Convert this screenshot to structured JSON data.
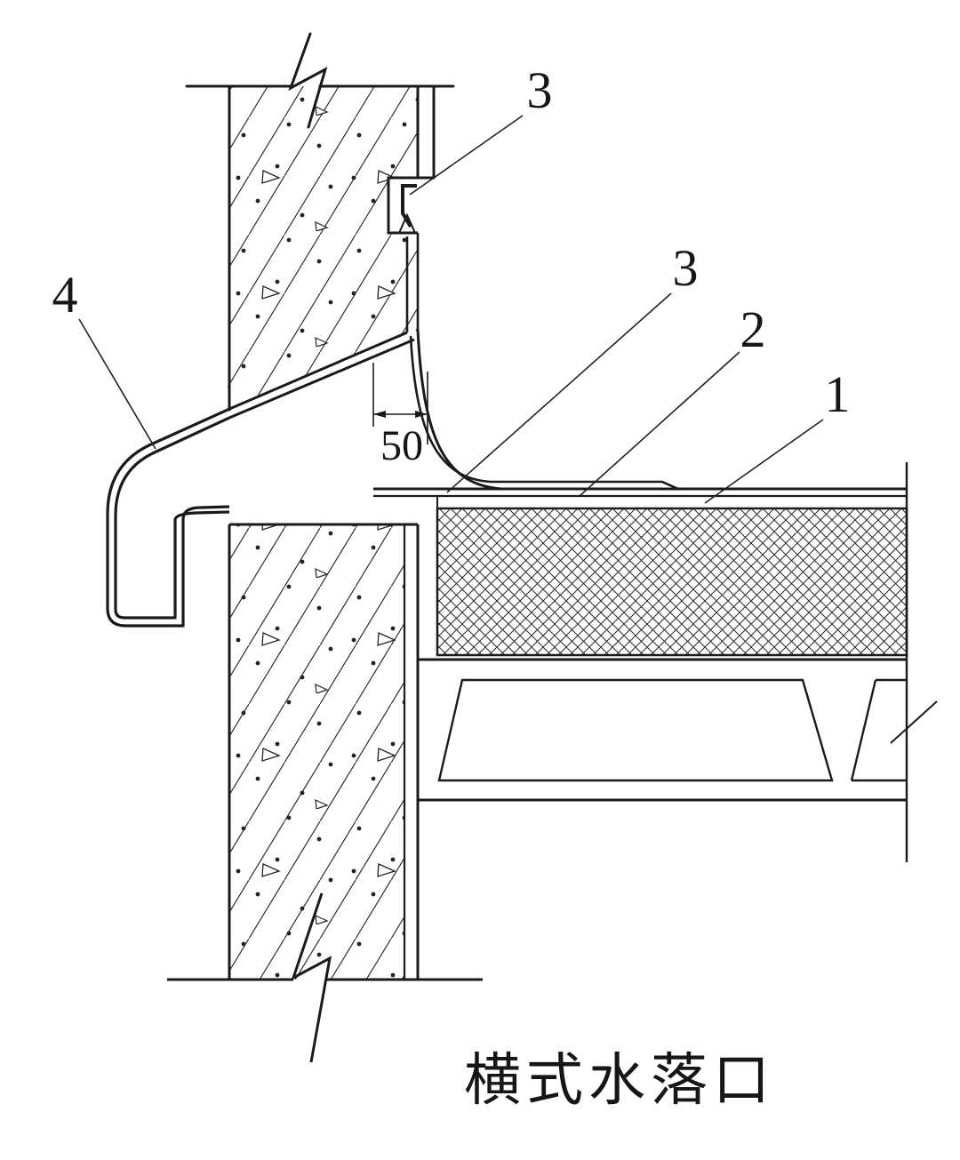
{
  "figure": {
    "caption": "横式水落口",
    "dimension": "50",
    "callouts": {
      "top_3": "3",
      "left_4": "4",
      "mid_3": "3",
      "mid_2": "2",
      "right_1": "1"
    }
  },
  "colors": {
    "line": "#1a1a1a",
    "background": "#ffffff"
  }
}
